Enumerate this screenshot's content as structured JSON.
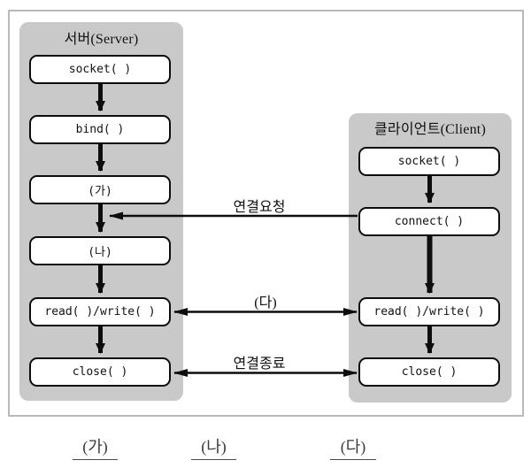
{
  "diagram": {
    "server": {
      "title": "서버(Server)",
      "boxes": [
        "socket( )",
        "bind( )",
        "(가)",
        "(나)",
        "read( )/write( )",
        "close( )"
      ]
    },
    "client": {
      "title": "클라이언트(Client)",
      "boxes": [
        "socket( )",
        "connect( )",
        "read( )/write( )",
        "close( )"
      ]
    },
    "connections": {
      "request_label": "연결요청",
      "data_label": "(다)",
      "close_label": "연결종료"
    },
    "colors": {
      "panel_gray": "#c9c9c9",
      "frame_border": "#b9b9b9",
      "arrow_black": "#0d0d0d"
    }
  },
  "answer_blanks": [
    "(가)",
    "(나)",
    "(다)"
  ]
}
